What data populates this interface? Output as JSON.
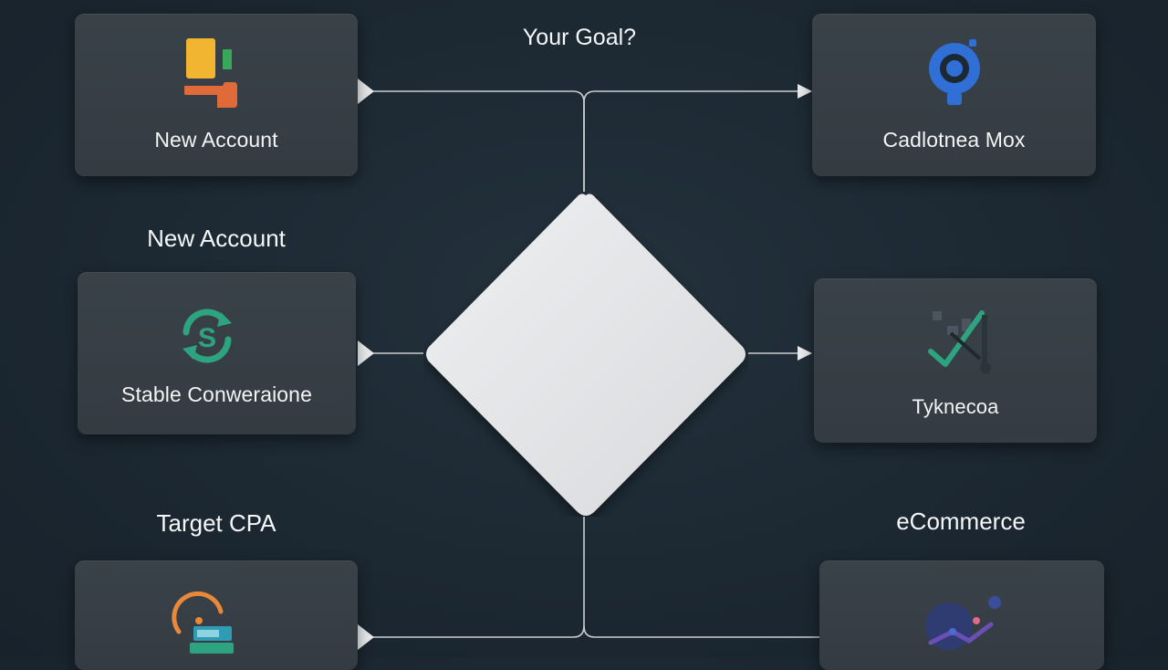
{
  "diagram": {
    "question": "Your Goal?",
    "headings": {
      "left_middle": "New Account",
      "left_bottom": "Target CPA",
      "right_bottom": "eCommerce"
    },
    "cards": {
      "top_left": {
        "label": "New Account",
        "icon": "account-blocks-icon"
      },
      "middle_left": {
        "label": "Stable Conweraione",
        "icon": "dollar-sync-icon"
      },
      "bottom_left": {
        "label": "",
        "icon": "target-gauge-icon"
      },
      "top_right": {
        "label": "Cadlotnea Mox",
        "icon": "location-pin-icon"
      },
      "middle_right": {
        "label": "Tyknecoa",
        "icon": "chart-check-icon"
      },
      "bottom_right": {
        "label": "",
        "icon": "commerce-graph-icon"
      }
    },
    "colors": {
      "background": "#1c2832",
      "card": "#373e45",
      "diamond": "#e4e5e7",
      "connector": "#c9cdd1",
      "accent_green": "#2ea37f",
      "accent_blue": "#2f6fd6",
      "accent_orange": "#e06a3a",
      "accent_yellow": "#f2b531"
    }
  }
}
